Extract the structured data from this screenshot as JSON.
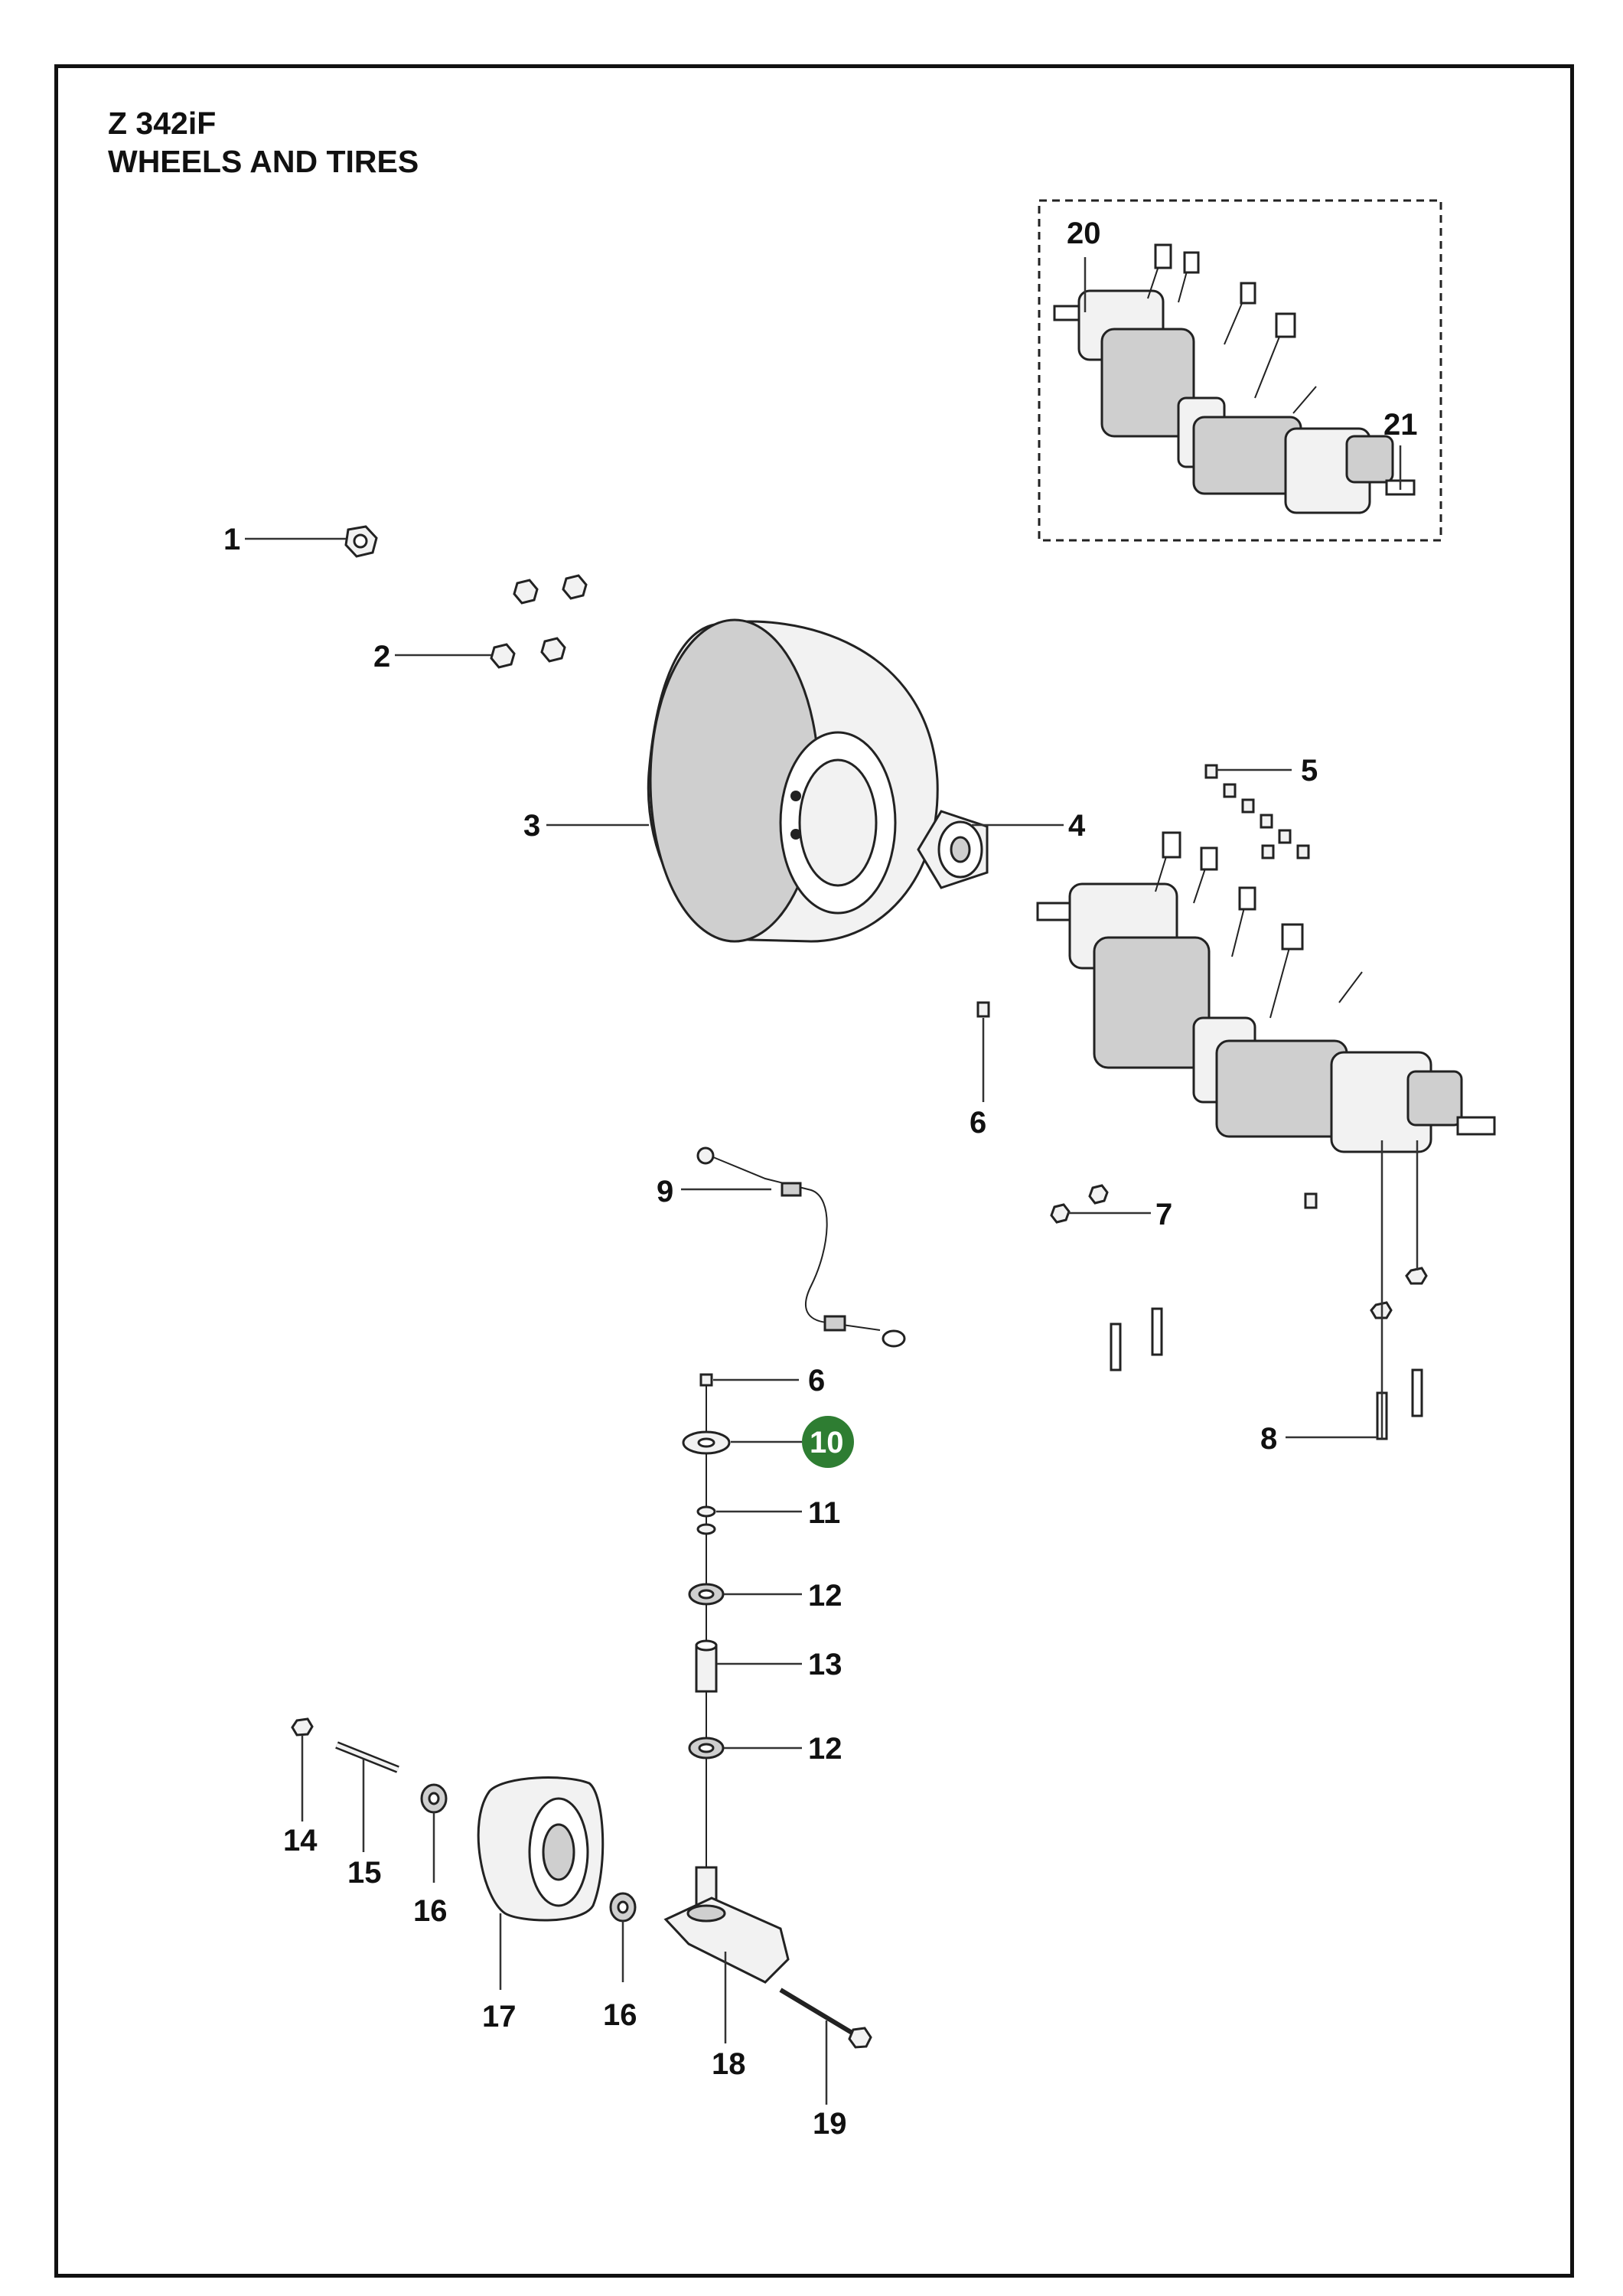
{
  "header": {
    "model": "Z 342iF",
    "section": "WHEELS AND TIRES"
  },
  "colors": {
    "frame": "#111111",
    "highlight_badge": "#2e7d32",
    "callout_text": "#111111"
  },
  "callouts": [
    {
      "id": "c1",
      "label": "1"
    },
    {
      "id": "c2",
      "label": "2"
    },
    {
      "id": "c3",
      "label": "3"
    },
    {
      "id": "c4",
      "label": "4"
    },
    {
      "id": "c5",
      "label": "5"
    },
    {
      "id": "c6a",
      "label": "6"
    },
    {
      "id": "c6b",
      "label": "6"
    },
    {
      "id": "c7",
      "label": "7"
    },
    {
      "id": "c8",
      "label": "8"
    },
    {
      "id": "c9",
      "label": "9"
    },
    {
      "id": "c10",
      "label": "10",
      "highlighted": true
    },
    {
      "id": "c11",
      "label": "11"
    },
    {
      "id": "c12a",
      "label": "12"
    },
    {
      "id": "c12b",
      "label": "12"
    },
    {
      "id": "c13",
      "label": "13"
    },
    {
      "id": "c14",
      "label": "14"
    },
    {
      "id": "c15",
      "label": "15"
    },
    {
      "id": "c16a",
      "label": "16"
    },
    {
      "id": "c16b",
      "label": "16"
    },
    {
      "id": "c17",
      "label": "17"
    },
    {
      "id": "c18",
      "label": "18"
    },
    {
      "id": "c19",
      "label": "19"
    },
    {
      "id": "c20",
      "label": "20"
    },
    {
      "id": "c21",
      "label": "21"
    }
  ],
  "callout_index": {
    "c1": "1",
    "c2": "2",
    "c3": "3",
    "c4": "4",
    "c5": "5",
    "c6a": "6",
    "c6b": "6",
    "c7": "7",
    "c8": "8",
    "c9": "9",
    "c10": "10",
    "c11": "11",
    "c12a": "12",
    "c12b": "12",
    "c13": "13",
    "c14": "14",
    "c15": "15",
    "c16a": "16",
    "c16b": "16",
    "c17": "17",
    "c18": "18",
    "c19": "19",
    "c20": "20",
    "c21": "21"
  }
}
